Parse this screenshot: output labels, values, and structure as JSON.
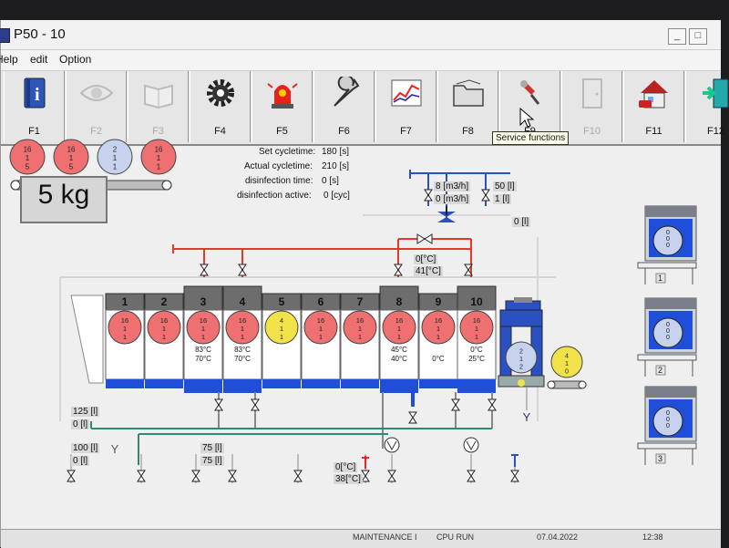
{
  "window": {
    "title": "P50 - 10"
  },
  "menu": [
    "Help",
    "edit",
    "Option"
  ],
  "toolbar": [
    {
      "label": "F1",
      "icon": "info-book-icon",
      "enabled": true
    },
    {
      "label": "F2",
      "icon": "eye-icon",
      "enabled": false
    },
    {
      "label": "F3",
      "icon": "open-book-icon",
      "enabled": false
    },
    {
      "label": "F4",
      "icon": "gear-icon",
      "enabled": true
    },
    {
      "label": "F5",
      "icon": "alarm-siren-icon",
      "enabled": true
    },
    {
      "label": "F6",
      "icon": "wrench-icon",
      "enabled": true
    },
    {
      "label": "F7",
      "icon": "trend-chart-icon",
      "enabled": true
    },
    {
      "label": "F8",
      "icon": "folder-icon",
      "enabled": true
    },
    {
      "label": "F9",
      "icon": "service-hand-icon",
      "enabled": true
    },
    {
      "label": "F10",
      "icon": "door-icon",
      "enabled": false
    },
    {
      "label": "F11",
      "icon": "house-icon",
      "enabled": true
    },
    {
      "label": "F12",
      "icon": "exit-icon",
      "enabled": true
    }
  ],
  "tooltip": "Service functions",
  "info": {
    "set_cycletime_label": "Set cycletime:",
    "set_cycletime": "180 [s]",
    "actual_cycletime_label": "Actual cycletime:",
    "actual_cycletime": "210 [s]",
    "disinfection_time_label": "disinfection time:",
    "disinfection_time": "0 [s]",
    "disinfection_active_label": "disinfection active:",
    "disinfection_active": "0 [cyc]"
  },
  "load": "5 kg",
  "queue": [
    {
      "l1": "16",
      "l2": "1",
      "l3": "5",
      "color": "red"
    },
    {
      "l1": "16",
      "l2": "1",
      "l3": "5",
      "color": "red"
    },
    {
      "l1": "2",
      "l2": "1",
      "l3": "1",
      "color": "blue"
    },
    {
      "l1": "16",
      "l2": "1",
      "l3": "1",
      "color": "red"
    }
  ],
  "compartments": [
    {
      "num": "1",
      "l1": "16",
      "l2": "1",
      "l3": "1",
      "color": "red",
      "t1": "",
      "t2": ""
    },
    {
      "num": "2",
      "l1": "16",
      "l2": "1",
      "l3": "1",
      "color": "red",
      "t1": "",
      "t2": ""
    },
    {
      "num": "3",
      "l1": "16",
      "l2": "1",
      "l3": "1",
      "color": "red",
      "t1": "83°C",
      "t2": "70°C"
    },
    {
      "num": "4",
      "l1": "16",
      "l2": "1",
      "l3": "1",
      "color": "red",
      "t1": "83°C",
      "t2": "70°C"
    },
    {
      "num": "5",
      "l1": "4",
      "l2": "1",
      "l3": "1",
      "color": "yellow",
      "t1": "",
      "t2": ""
    },
    {
      "num": "6",
      "l1": "16",
      "l2": "1",
      "l3": "1",
      "color": "red",
      "t1": "",
      "t2": ""
    },
    {
      "num": "7",
      "l1": "16",
      "l2": "1",
      "l3": "1",
      "color": "red",
      "t1": "",
      "t2": ""
    },
    {
      "num": "8",
      "l1": "16",
      "l2": "1",
      "l3": "1",
      "color": "red",
      "t1": "45°C",
      "t2": "40°C"
    },
    {
      "num": "9",
      "l1": "16",
      "l2": "1",
      "l3": "1",
      "color": "red",
      "t1": "",
      "t2": "0°C"
    },
    {
      "num": "10",
      "l1": "16",
      "l2": "1",
      "l3": "1",
      "color": "red",
      "t1": "0°C",
      "t2": "25°C"
    }
  ],
  "press": {
    "l1": "2",
    "l2": "1",
    "l3": "2"
  },
  "exit_bag": {
    "l1": "4",
    "l2": "1",
    "l3": "0"
  },
  "flow": {
    "f1": "8 [m3/h]",
    "f2": "0 [m3/h]",
    "v1": "50 [l]",
    "v2": "1 [l]",
    "tank": "0 [l]"
  },
  "rinse": {
    "t1": "0[°C]",
    "t2": "41[°C]"
  },
  "levels": {
    "a1": "125 [l]",
    "a2": "0 [l]",
    "b1": "100 [l]",
    "b2": "0 [l]",
    "c1": "75 [l]",
    "c2": "75 [l]",
    "d1": "0[°C]",
    "d2": "38[°C]"
  },
  "dryers": [
    {
      "num": "1",
      "l1": "0",
      "l2": "0",
      "l3": "0"
    },
    {
      "num": "2",
      "l1": "0",
      "l2": "0",
      "l3": "0"
    },
    {
      "num": "3",
      "l1": "0",
      "l2": "0",
      "l3": "0"
    }
  ],
  "statusbar": {
    "mode": "MAINTENANCE I",
    "cpu": "CPU RUN",
    "date": "07.04.2022",
    "time": "12:38"
  },
  "colors": {
    "red": "#ef7070",
    "blue": "#c7d2ee",
    "yellow": "#f2e24a",
    "water": "#1f4fd8",
    "hot_pipe": "#e03a30",
    "cold_pipe": "#2b50c0",
    "drain_pipe": "#2e8a72",
    "machine": "#6d6d6d"
  }
}
